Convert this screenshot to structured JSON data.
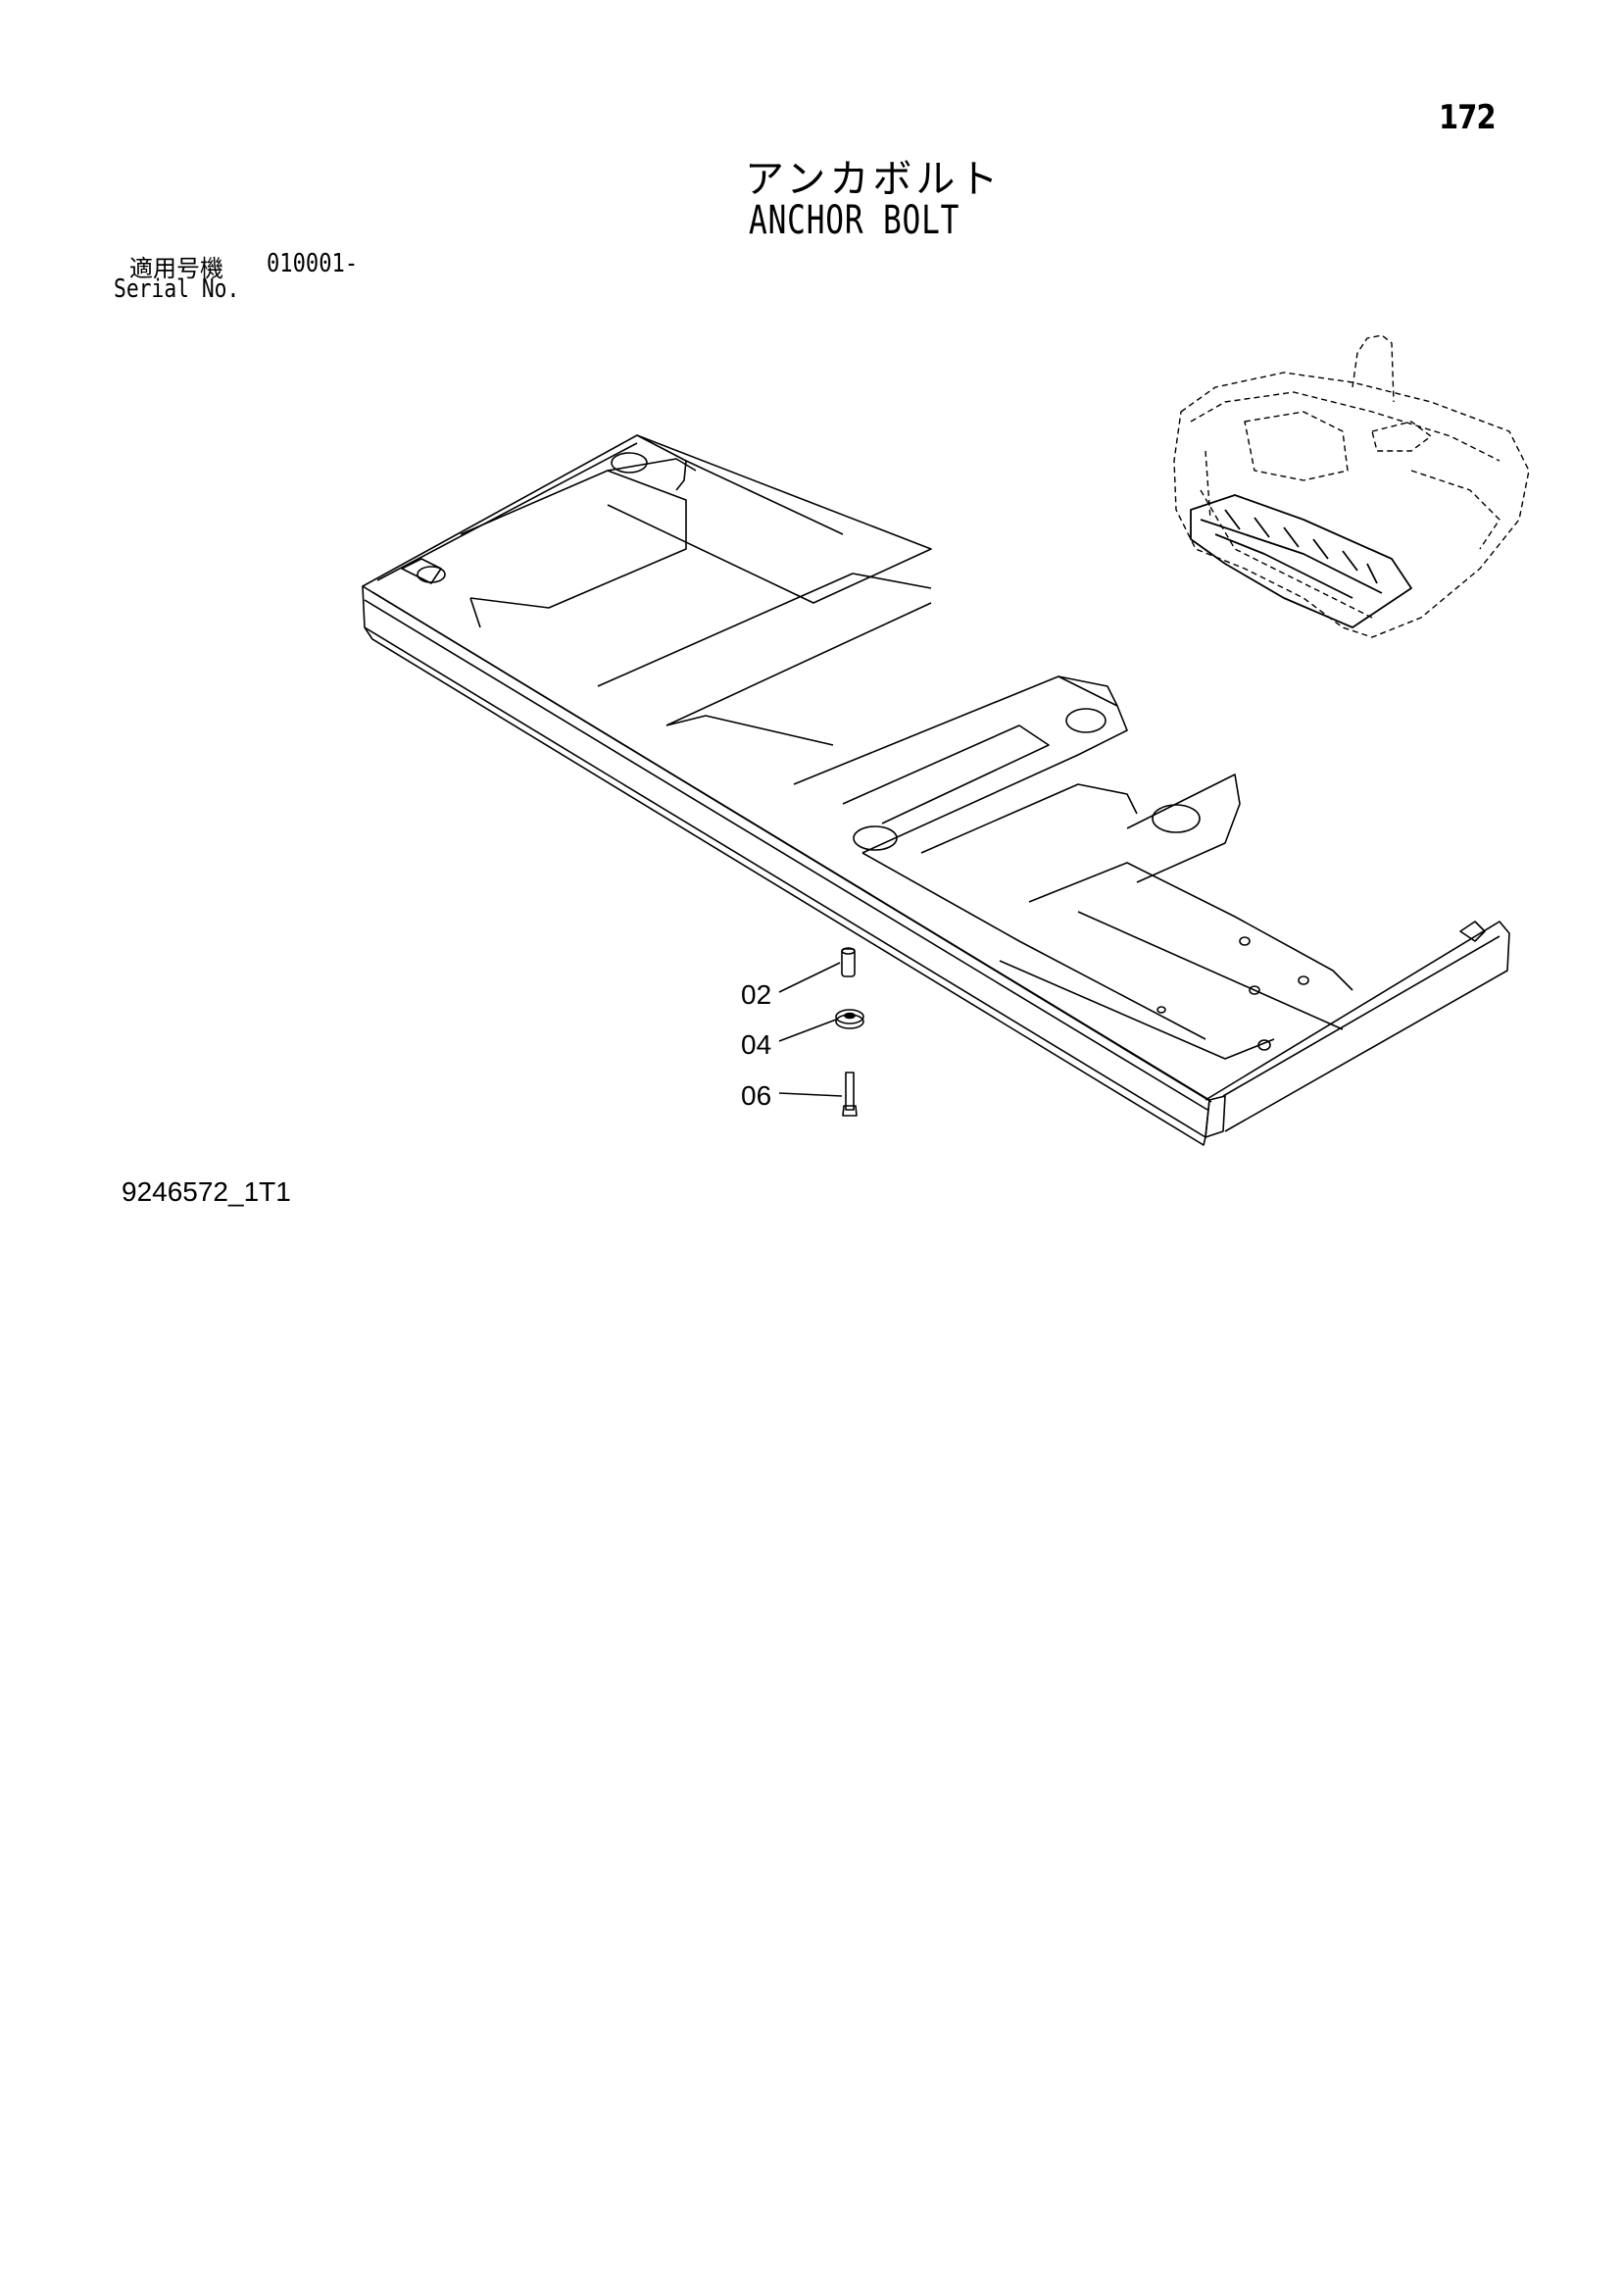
{
  "page": {
    "number": "172",
    "title_jp": "アンカボルト",
    "title_en": "ANCHOR BOLT",
    "serial_label_jp": "適用号機",
    "serial_value": "010001-",
    "serial_label_en": "Serial No.",
    "drawing_code": "9246572_1T1"
  },
  "callouts": [
    {
      "label": "02",
      "part": "pin"
    },
    {
      "label": "04",
      "part": "washer"
    },
    {
      "label": "06",
      "part": "bolt"
    }
  ]
}
